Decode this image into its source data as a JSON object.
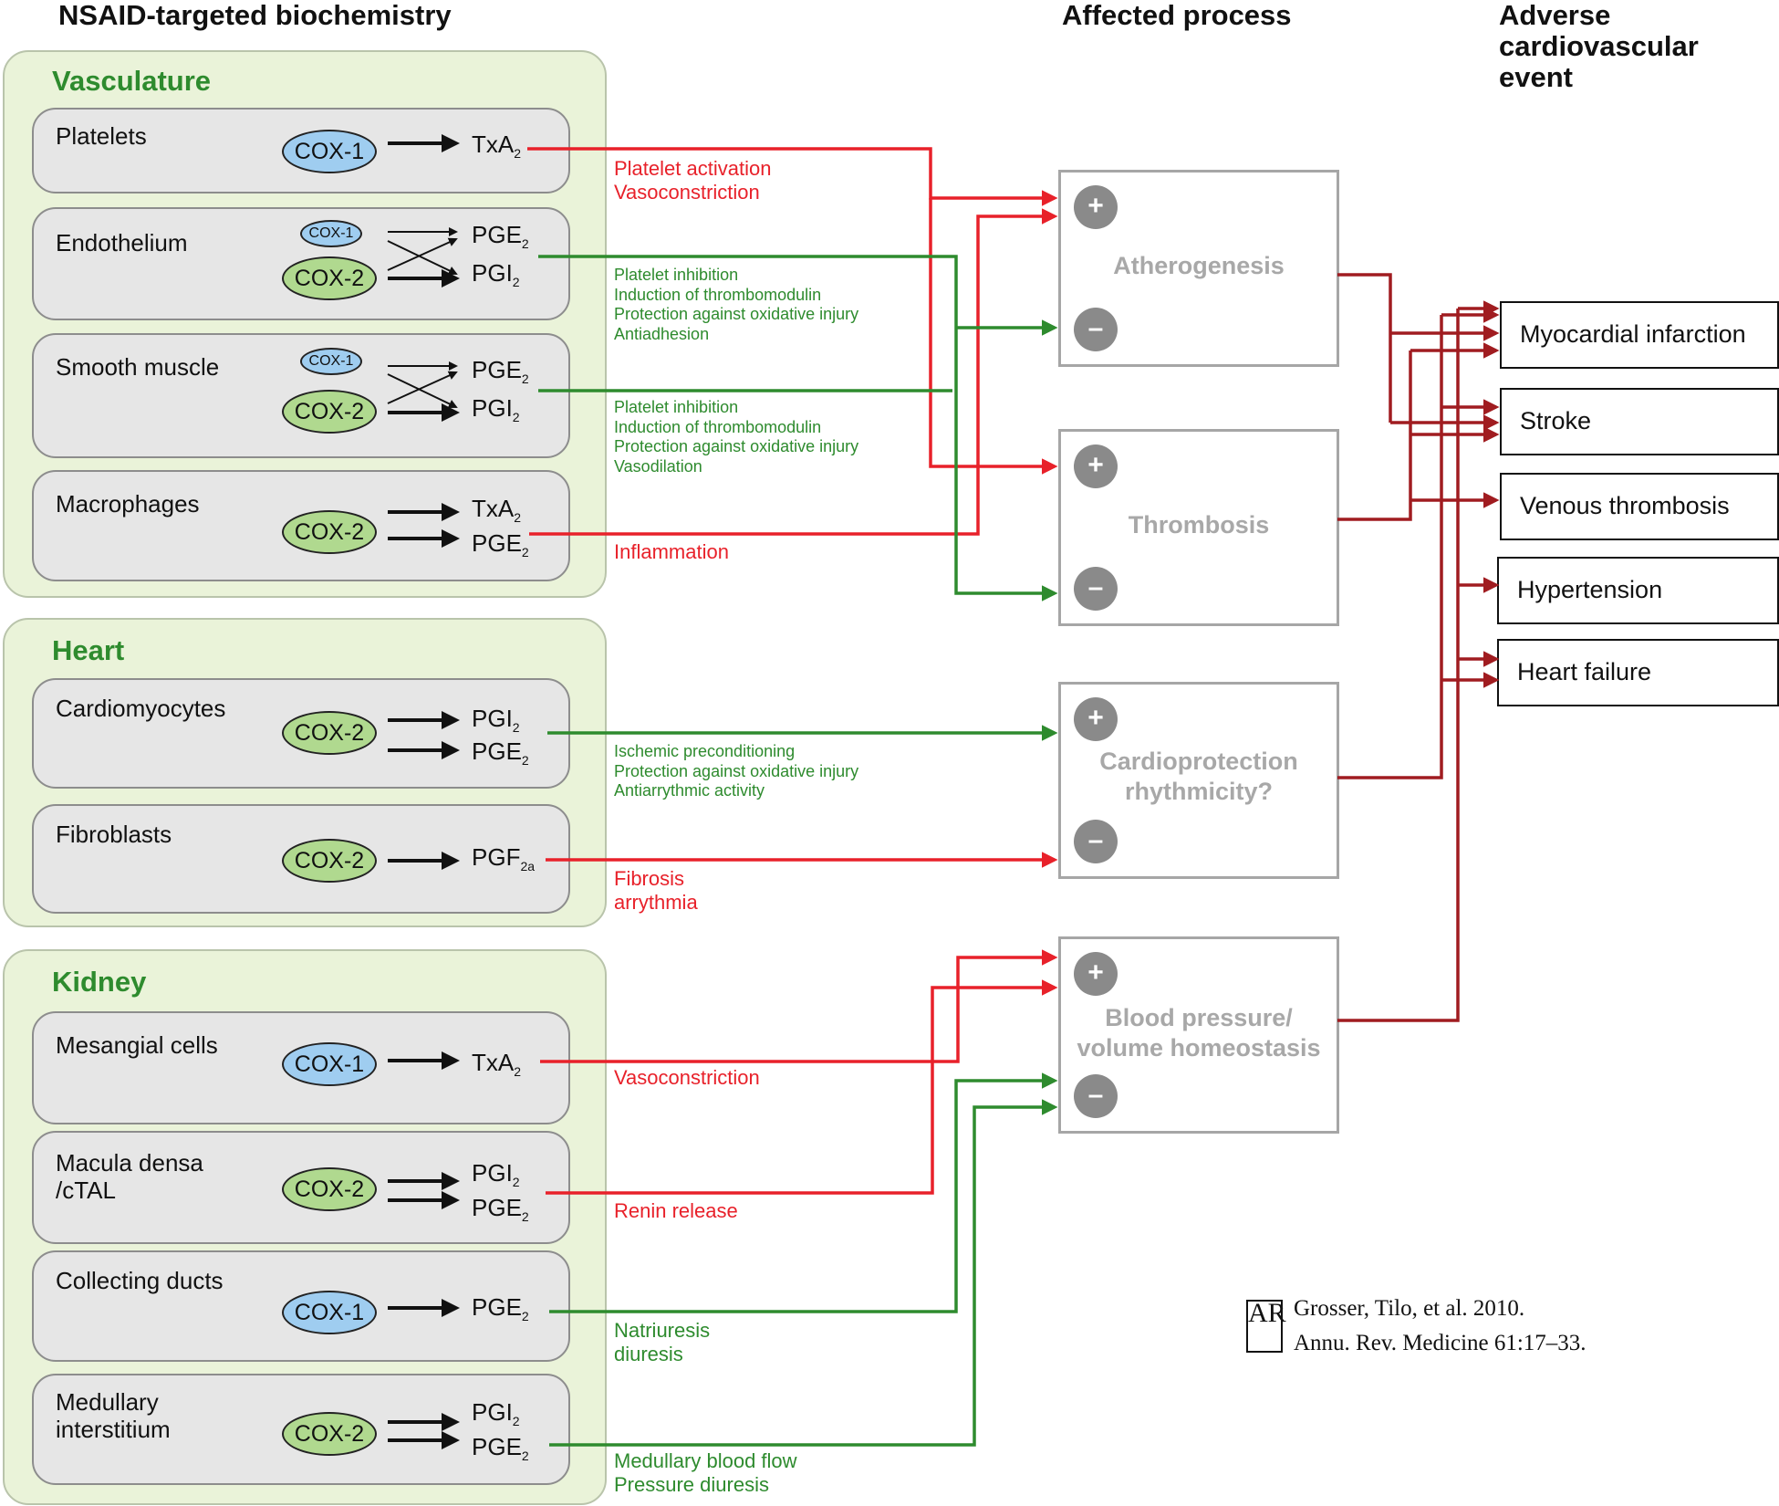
{
  "headers": {
    "biochemistry": "NSAID-targeted biochemistry",
    "process": "Affected process",
    "event_line1": "Adverse",
    "event_line2": "cardiovascular",
    "event_line3": "event"
  },
  "organs": {
    "vasculature": {
      "title": "Vasculature"
    },
    "heart": {
      "title": "Heart"
    },
    "kidney": {
      "title": "Kidney"
    }
  },
  "cells": {
    "platelets": {
      "name": "Platelets",
      "cox": "COX-1",
      "p1": "TxA",
      "p1_sub": "2"
    },
    "endothelium": {
      "name": "Endothelium",
      "cox_small": "COX-1",
      "cox": "COX-2",
      "p1": "PGE",
      "p1_sub": "2",
      "p2": "PGI",
      "p2_sub": "2"
    },
    "smooth_muscle": {
      "name": "Smooth muscle",
      "cox_small": "COX-1",
      "cox": "COX-2",
      "p1": "PGE",
      "p1_sub": "2",
      "p2": "PGI",
      "p2_sub": "2"
    },
    "macrophages": {
      "name": "Macrophages",
      "cox": "COX-2",
      "p1": "TxA",
      "p1_sub": "2",
      "p2": "PGE",
      "p2_sub": "2"
    },
    "cardiomyocytes": {
      "name": "Cardiomyocytes",
      "cox": "COX-2",
      "p1": "PGI",
      "p1_sub": "2",
      "p2": "PGE",
      "p2_sub": "2"
    },
    "fibroblasts": {
      "name": "Fibroblasts",
      "cox": "COX-2",
      "p1": "PGF",
      "p1_sub": "2a"
    },
    "mesangial": {
      "name": "Mesangial cells",
      "cox": "COX-1",
      "p1": "TxA",
      "p1_sub": "2"
    },
    "macula_densa": {
      "name_line1": "Macula densa",
      "name_line2": "/cTAL",
      "cox": "COX-2",
      "p1": "PGI",
      "p1_sub": "2",
      "p2": "PGE",
      "p2_sub": "2"
    },
    "collecting_ducts": {
      "name": "Collecting ducts",
      "cox": "COX-1",
      "p1": "PGE",
      "p1_sub": "2"
    },
    "medullary": {
      "name_line1": "Medullary",
      "name_line2": "interstitium",
      "cox": "COX-2",
      "p1": "PGI",
      "p1_sub": "2",
      "p2": "PGE",
      "p2_sub": "2"
    }
  },
  "effects": {
    "platelets": [
      "Platelet activation",
      "Vasoconstriction"
    ],
    "endothelium": [
      "Platelet inhibition",
      "Induction of thrombomodulin",
      "Protection against oxidative injury",
      "Antiadhesion"
    ],
    "smooth_muscle": [
      "Platelet inhibition",
      "Induction of thrombomodulin",
      "Protection against oxidative injury",
      "Vasodilation"
    ],
    "macrophages": [
      "Inflammation"
    ],
    "cardiomyocytes": [
      "Ischemic preconditioning",
      "Protection against oxidative injury",
      "Antiarrythmic activity"
    ],
    "fibroblasts": [
      "Fibrosis",
      "arrythmia"
    ],
    "mesangial": [
      "Vasoconstriction"
    ],
    "macula_densa": [
      "Renin release"
    ],
    "collecting_ducts": [
      "Natriuresis",
      "diuresis"
    ],
    "medullary": [
      "Medullary blood flow",
      "Pressure diuresis"
    ]
  },
  "processes": {
    "atherogenesis": {
      "line1": "Atherogenesis"
    },
    "thrombosis": {
      "line1": "Thrombosis"
    },
    "cardioprotection": {
      "line1": "Cardioprotection",
      "line2": "rhythmicity?"
    },
    "blood_pressure": {
      "line1": "Blood pressure/",
      "line2": "volume homeostasis"
    },
    "plus": "+",
    "minus": "–"
  },
  "events": {
    "mi": "Myocardial infarction",
    "stroke": "Stroke",
    "venous": "Venous thrombosis",
    "hypertension": "Hypertension",
    "heart_failure": "Heart failure"
  },
  "citation": {
    "logo": "AR",
    "line1": "Grosser, Tilo, et al. 2010.",
    "line2": "Annu. Rev. Medicine 61:17–33."
  },
  "colors": {
    "stimulate": "#e8212a",
    "inhibit": "#2e8b2e",
    "adverse": "#a01c20"
  }
}
